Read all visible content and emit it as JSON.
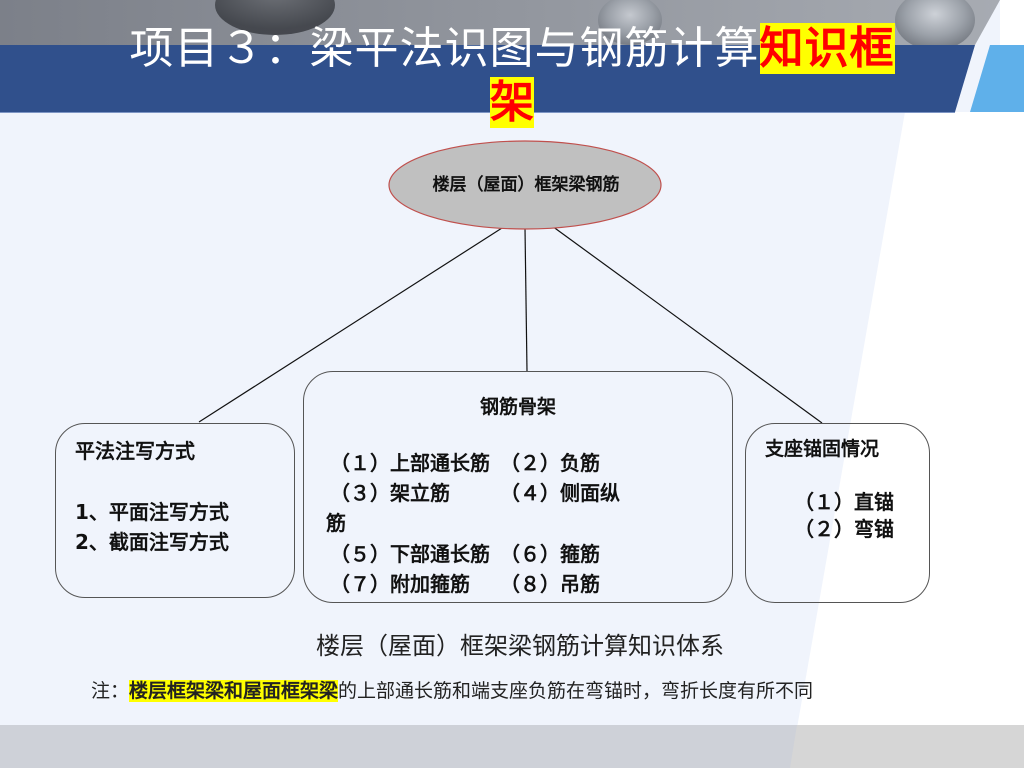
{
  "slide": {
    "title": {
      "plain": "项目３：梁平法识图与钢筋计算",
      "highlight_line1": "知识框",
      "highlight_line2": "架"
    },
    "colors": {
      "header_band": "#30508c",
      "header_top_gray": "#858a93",
      "accent_light_blue": "#5fb0ea",
      "content_bg": "#f0f4fc",
      "footer_gray": "#ced1d8",
      "highlight_yellow": "#ffff00",
      "highlight_red": "#ff0000",
      "ellipse_fill": "#c0c0c0",
      "ellipse_border": "#c0504d"
    },
    "diagram": {
      "root": "楼层（屋面）框架梁钢筋",
      "left": {
        "heading": "平法注写方式",
        "items": [
          "1、平面注写方式",
          "2、截面注写方式"
        ]
      },
      "middle": {
        "heading": "钢筋骨架",
        "lines": [
          "（１）上部通长筋　（２）负筋",
          "（３）架立筋　　　（４）侧面纵",
          "筋",
          "（５）下部通长筋　（６）箍筋",
          "（７）附加箍筋　　（８）吊筋"
        ]
      },
      "right": {
        "heading": "支座锚固情况",
        "items": [
          "（１）直锚",
          "（２）弯锚"
        ]
      }
    },
    "caption": "楼层（屋面）框架梁钢筋计算知识体系",
    "note": {
      "prefix": "注：",
      "highlight": "楼层框架梁和屋面框架梁",
      "suffix": "的上部通长筋和端支座负筋在弯锚时，弯折长度有所不同"
    }
  }
}
